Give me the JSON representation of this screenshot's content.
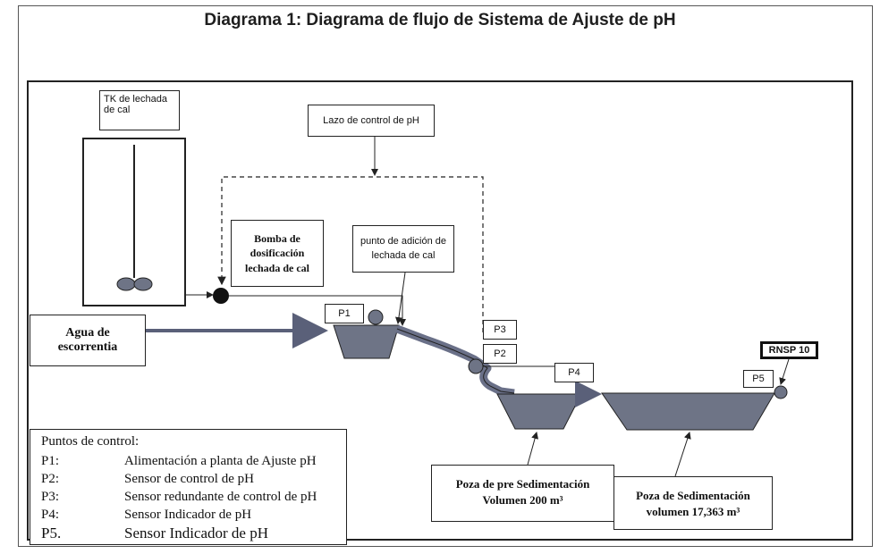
{
  "title": "Diagrama 1: Diagrama de flujo de Sistema de Ajuste de pH",
  "labels": {
    "tank": "TK de lechada de cal",
    "control_loop": "Lazo de control de pH",
    "pump": "Bomba de dosificación lechada de cal",
    "addition_point": "punto de adición de lechada de cal",
    "runoff": "Agua de escorrentia",
    "pre_sed_pool_line1": "Poza de pre Sedimentación",
    "pre_sed_pool_line2": "Volumen 200 m³",
    "sed_pool_line1": "Poza de Sedimentación",
    "sed_pool_line2": "volumen 17,363 m³",
    "rnsp": "RNSP 10",
    "p1": "P1",
    "p2": "P2",
    "p3": "P3",
    "p4": "P4",
    "p5": "P5"
  },
  "legend": {
    "heading": "Puntos de control:",
    "items": [
      {
        "code": "P1:",
        "desc": "Alimentación a planta de Ajuste pH"
      },
      {
        "code": "P2:",
        "desc": "Sensor de control de pH"
      },
      {
        "code": "P3:",
        "desc": "Sensor redundante de control de pH"
      },
      {
        "code": "P4:",
        "desc": "Sensor Indicador de pH"
      },
      {
        "code": "P5.",
        "desc": "Sensor Indicador de pH"
      }
    ]
  },
  "colors": {
    "tank_fill": "#6e7486",
    "pipe": "#6a7088",
    "arrow": "#5a6079",
    "line": "#222222"
  }
}
